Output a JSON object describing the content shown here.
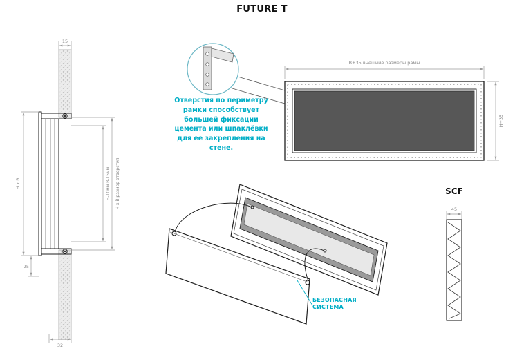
{
  "title": "FUTURE T",
  "colors": {
    "accent": "#00AEC6",
    "dimension": "#9a9a9a",
    "line": "#1f1f1f",
    "grille_fill": "#575757"
  },
  "annotation": {
    "text": "Отверстия по периметру рамки способствует большей фиксации цемента или шпаклёвки  для ее закрепления на стене."
  },
  "section_view": {
    "dim_wall": "15",
    "dim_hb": "Н х В",
    "dim_25": "25",
    "dim_32": "32",
    "dim_inner": "Н-10мм В-15мм",
    "dim_opening": "Н х В размер отверстия"
  },
  "front_view": {
    "dim_width": "В+35 внешние размеры рамы",
    "dim_height": "Н+35"
  },
  "iso_view": {
    "label": "БЕЗОПАСНАЯ\nСИСТЕМА"
  },
  "scf": {
    "label": "SCF",
    "dim_depth": "45"
  }
}
